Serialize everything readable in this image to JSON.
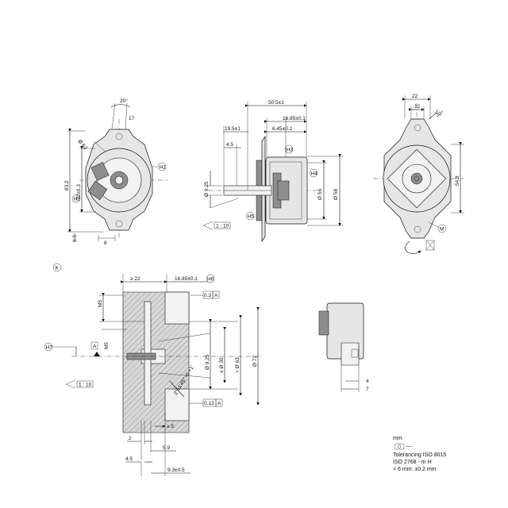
{
  "view_top_left": {
    "angle_20": "20°",
    "dim_17": "17",
    "dia_62": "Ø 62",
    "dim_83_2": "83.2",
    "dim_72": "72±0.3",
    "dim_6_9": "6.9",
    "dim_6": "6",
    "label_h1": "H1",
    "label_h2": "H2"
  },
  "view_top_side": {
    "dim_50_5": "50.5±1",
    "dim_16_85": "16.85±0.1",
    "dim_19_5": "19.5±1",
    "dim_6_45": "6.45±0.2",
    "dim_4_5": "4.5",
    "dia_9_25": "Ø 9.25",
    "dia_56": "Ø 56",
    "dia_58": "Ø 58",
    "scale": "1 : 10",
    "label_h3": "H3",
    "label_h4": "H4",
    "label_h5": "H5"
  },
  "view_top_right": {
    "dim_22": "22",
    "dim_12": "12",
    "angle_30": "30°",
    "dim_54_8": "54.8",
    "label_m": "M"
  },
  "view_section": {
    "label_k": "K",
    "dim_22": "≥ 22",
    "dim_16_85": "16.85±0.1",
    "label_h6": "H6",
    "m5_top": "M5",
    "m5_mid": "M5",
    "tol_03": "0.3",
    "datum_a": "A",
    "label_h7": "H7",
    "datum_a_box": "A",
    "dia_9_25": "Ø 9.25",
    "dia_30": "≤ Ø 30",
    "dia_63": "> Ø 63",
    "dia_72": "Ø 72",
    "chamfer": "2°51'45\" -0 +1'",
    "tol_013": "0.13",
    "datum_a2": "A",
    "scale": "1 : 10",
    "dim_5": "≥ 5",
    "dim_2": "2",
    "dim_5_9": "5.9",
    "dim_4_5": "4.5",
    "dim_9_3": "9.3±0.5"
  },
  "view_small": {
    "dim_4": "4",
    "dim_7": "7"
  },
  "notes": {
    "unit": "mm",
    "tol_line1": "Tolerancing ISO 8015",
    "tol_line2": "ISO 2768 - m H",
    "tol_line3": "< 6 mm: ±0.2 mm"
  }
}
